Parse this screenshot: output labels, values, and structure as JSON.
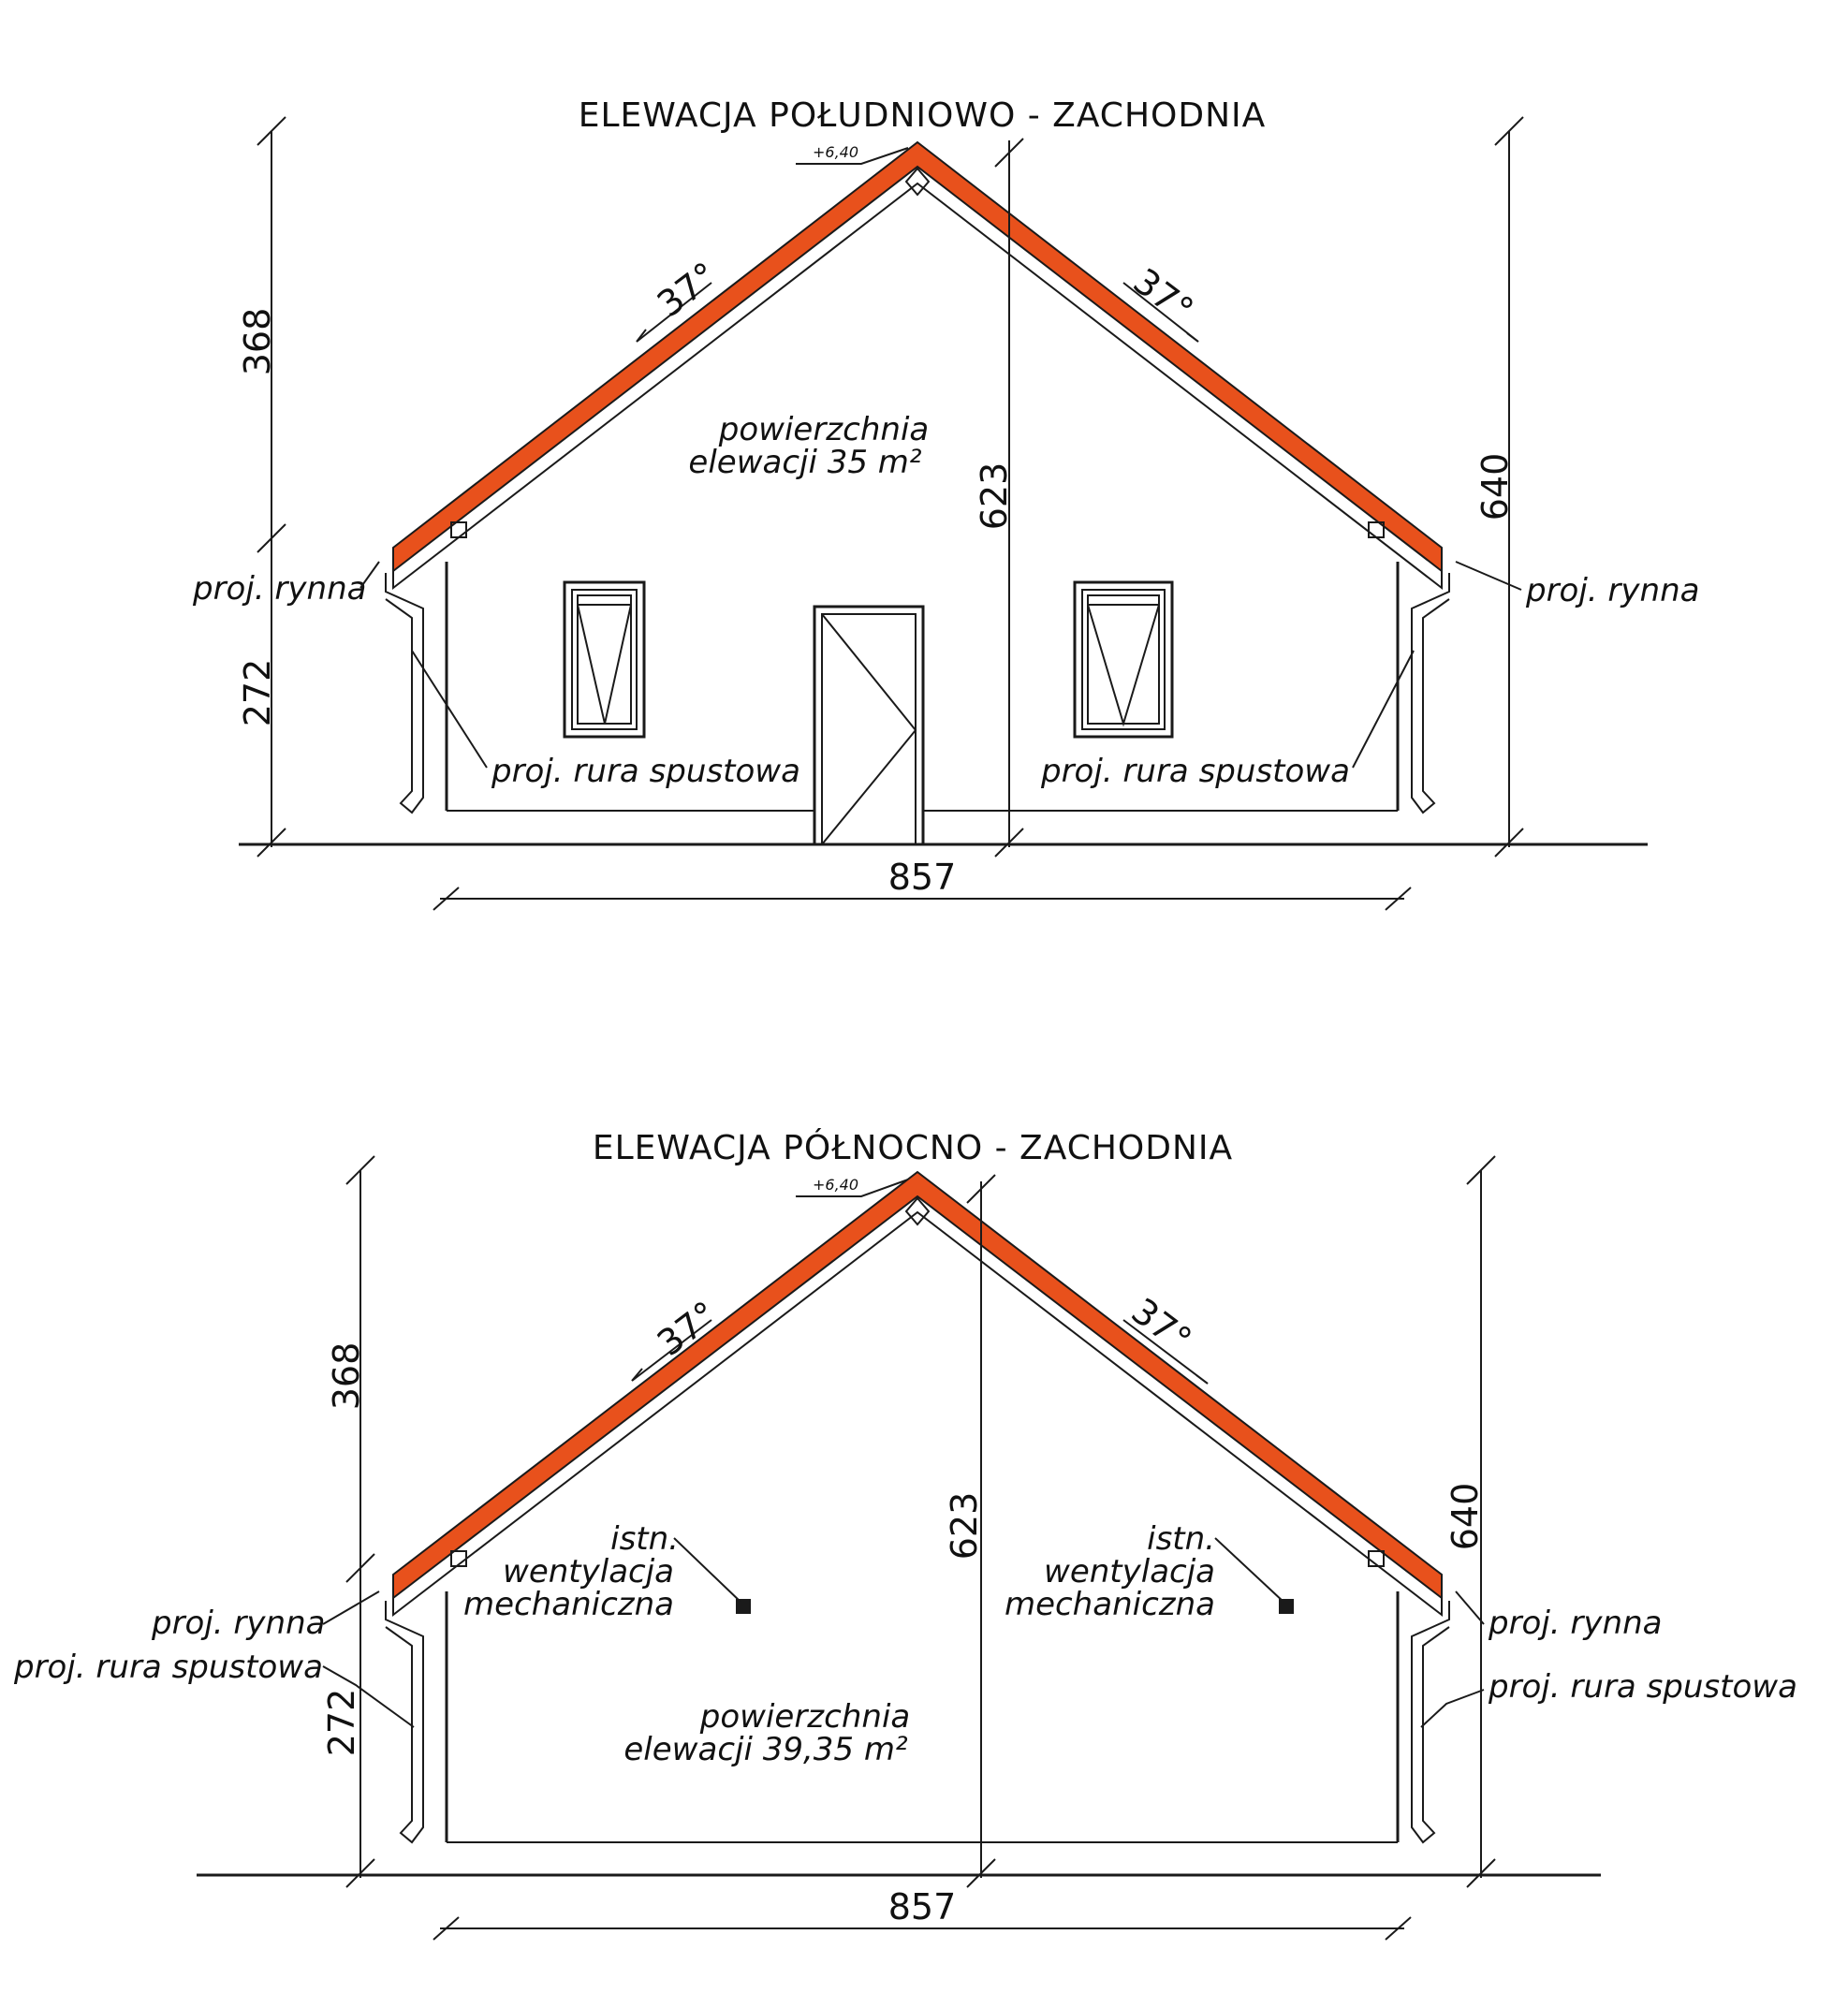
{
  "colors": {
    "roof": "#e8511c",
    "line": "#1a1a1a",
    "background": "#ffffff"
  },
  "elevations": [
    {
      "title": "ELEWACJA POŁUDNIOWO - ZACHODNIA",
      "ridge_mark": "+6,40",
      "angle_left": "37°",
      "angle_right": "37°",
      "area_line1": "powierzchnia",
      "area_line2": "elewacji 35 m²",
      "dim_roof": "368",
      "dim_wall": "272",
      "dim_ridge": "623",
      "dim_total": "640",
      "dim_width": "857",
      "gutter_left": "proj. rynna",
      "gutter_right": "proj. rynna",
      "downpipe_left": "proj. rura spustowa",
      "downpipe_right": "proj. rura spustowa"
    },
    {
      "title": "ELEWACJA PÓŁNOCNO - ZACHODNIA",
      "ridge_mark": "+6,40",
      "angle_left": "37°",
      "angle_right": "37°",
      "area_line1": "powierzchnia",
      "area_line2": "elewacji 39,35 m²",
      "dim_roof": "368",
      "dim_wall": "272",
      "dim_ridge": "623",
      "dim_total": "640",
      "dim_width": "857",
      "gutter_left": "proj. rynna",
      "gutter_right": "proj. rynna",
      "downpipe_left": "proj. rura spustowa",
      "downpipe_right": "proj. rura spustowa",
      "vent_left": [
        "istn.",
        "wentylacja",
        "mechaniczna"
      ],
      "vent_right": [
        "istn.",
        "wentylacja",
        "mechaniczna"
      ]
    }
  ]
}
